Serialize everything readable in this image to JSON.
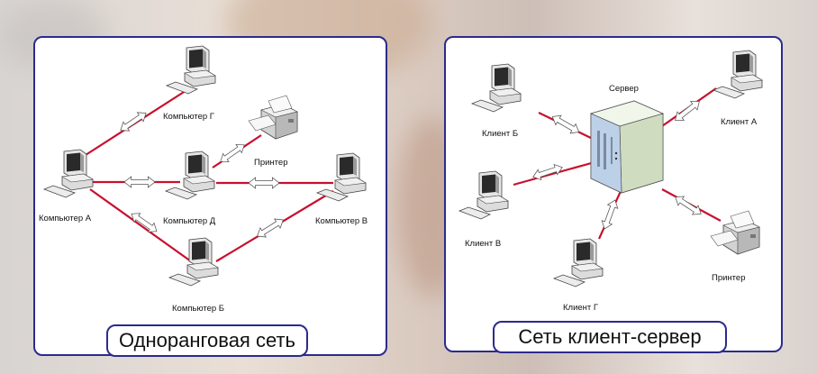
{
  "peer_network": {
    "title": "Одноранговая сеть",
    "nodes": {
      "computer_g": "Компьютер Г",
      "computer_a": "Компьютер А",
      "computer_d": "Компьютер Д",
      "computer_v": "Компьютер В",
      "computer_b": "Компьютер Б",
      "printer": "Принтер"
    }
  },
  "client_server_network": {
    "title": "Сеть клиент-сервер",
    "nodes": {
      "server": "Сервер",
      "client_b": "Клиент Б",
      "client_a": "Клиент А",
      "client_v": "Клиент В",
      "client_g": "Клиент Г",
      "printer": "Принтер"
    }
  },
  "colors": {
    "link": "#c8102e",
    "frame": "#2b2b8c"
  }
}
